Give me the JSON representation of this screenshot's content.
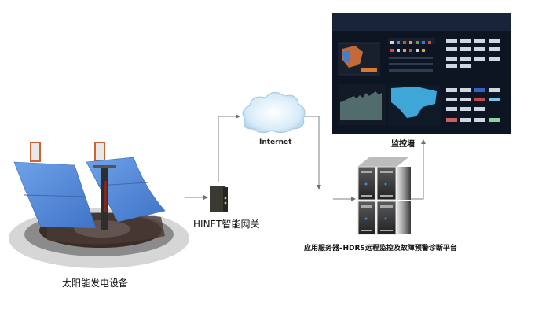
{
  "nodes": {
    "solar": {
      "label": "太阳能发电设备",
      "icon": "solar-dish-icon"
    },
    "gateway": {
      "label": "HINET智能网关",
      "icon": "gateway-device-icon"
    },
    "internet": {
      "label": "Internet",
      "icon": "cloud-icon"
    },
    "server": {
      "label": "应用服务器–HDRS远程监控及故障预警诊断平台",
      "icon": "server-stack-icon"
    },
    "wall": {
      "label": "监控墙",
      "icon": "monitor-wall-icon"
    }
  },
  "edges": [
    {
      "from": "solar",
      "to": "gateway"
    },
    {
      "from": "gateway",
      "to": "internet"
    },
    {
      "from": "internet",
      "to": "server"
    },
    {
      "from": "server",
      "to": "wall"
    }
  ],
  "colors": {
    "panel": "#4f86d6",
    "line": "#808080",
    "screen": "#0d1522",
    "map": "#3fa6d8",
    "cloud": "#cfe6f5"
  }
}
